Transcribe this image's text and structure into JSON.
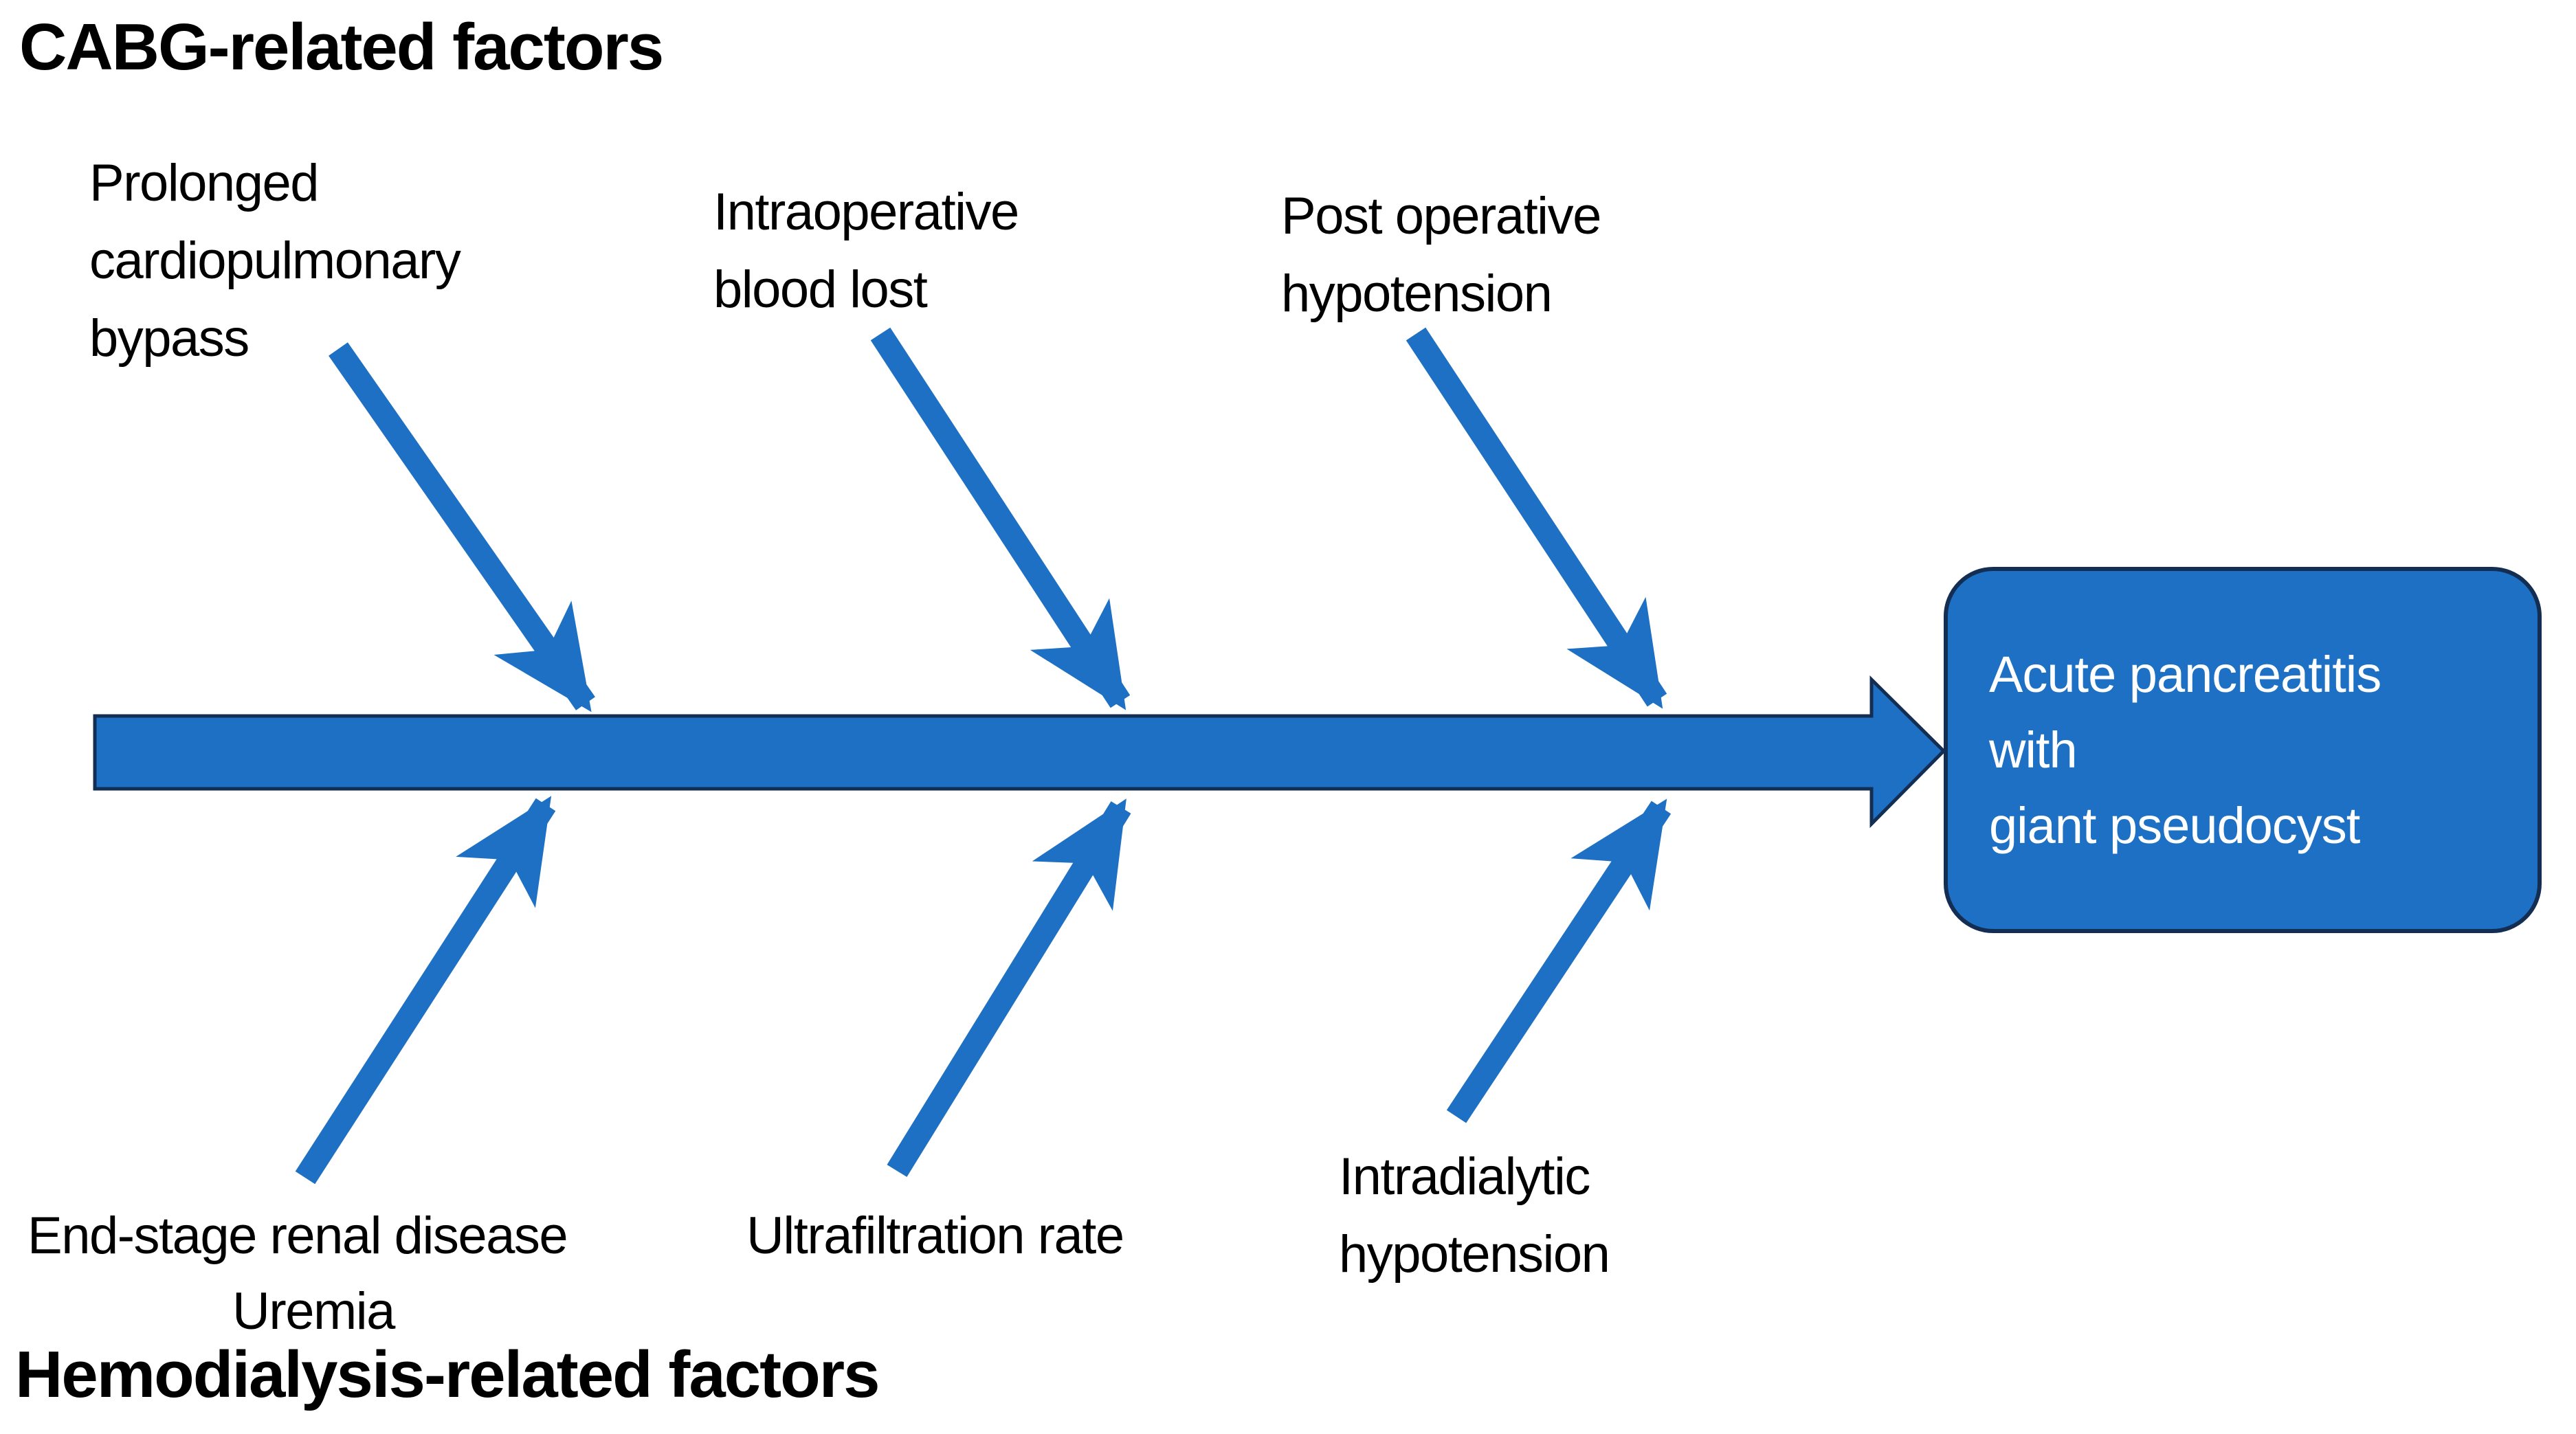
{
  "colors": {
    "fill-blue": "#1D70C4",
    "border-navy": "#132E52",
    "text-black": "#000000",
    "text-white": "#FFFFFF",
    "background": "#FFFFFF"
  },
  "top_section": {
    "title": "CABG-related factors",
    "factors": [
      {
        "label": "Prolonged cardiopulmonary bypass"
      },
      {
        "label": "Intraoperative blood lost"
      },
      {
        "label": "Post operative hypotension"
      }
    ]
  },
  "bottom_section": {
    "title": "Hemodialysis-related factors",
    "factors": [
      {
        "label": "End-stage renal disease"
      },
      {
        "label": "Uremia"
      },
      {
        "label": "Ultrafiltration rate"
      },
      {
        "label": "Intradialytic hypotension"
      }
    ]
  },
  "outcome": {
    "label": "Acute pancreatitis\nwith\ngiant pseudocyst"
  }
}
